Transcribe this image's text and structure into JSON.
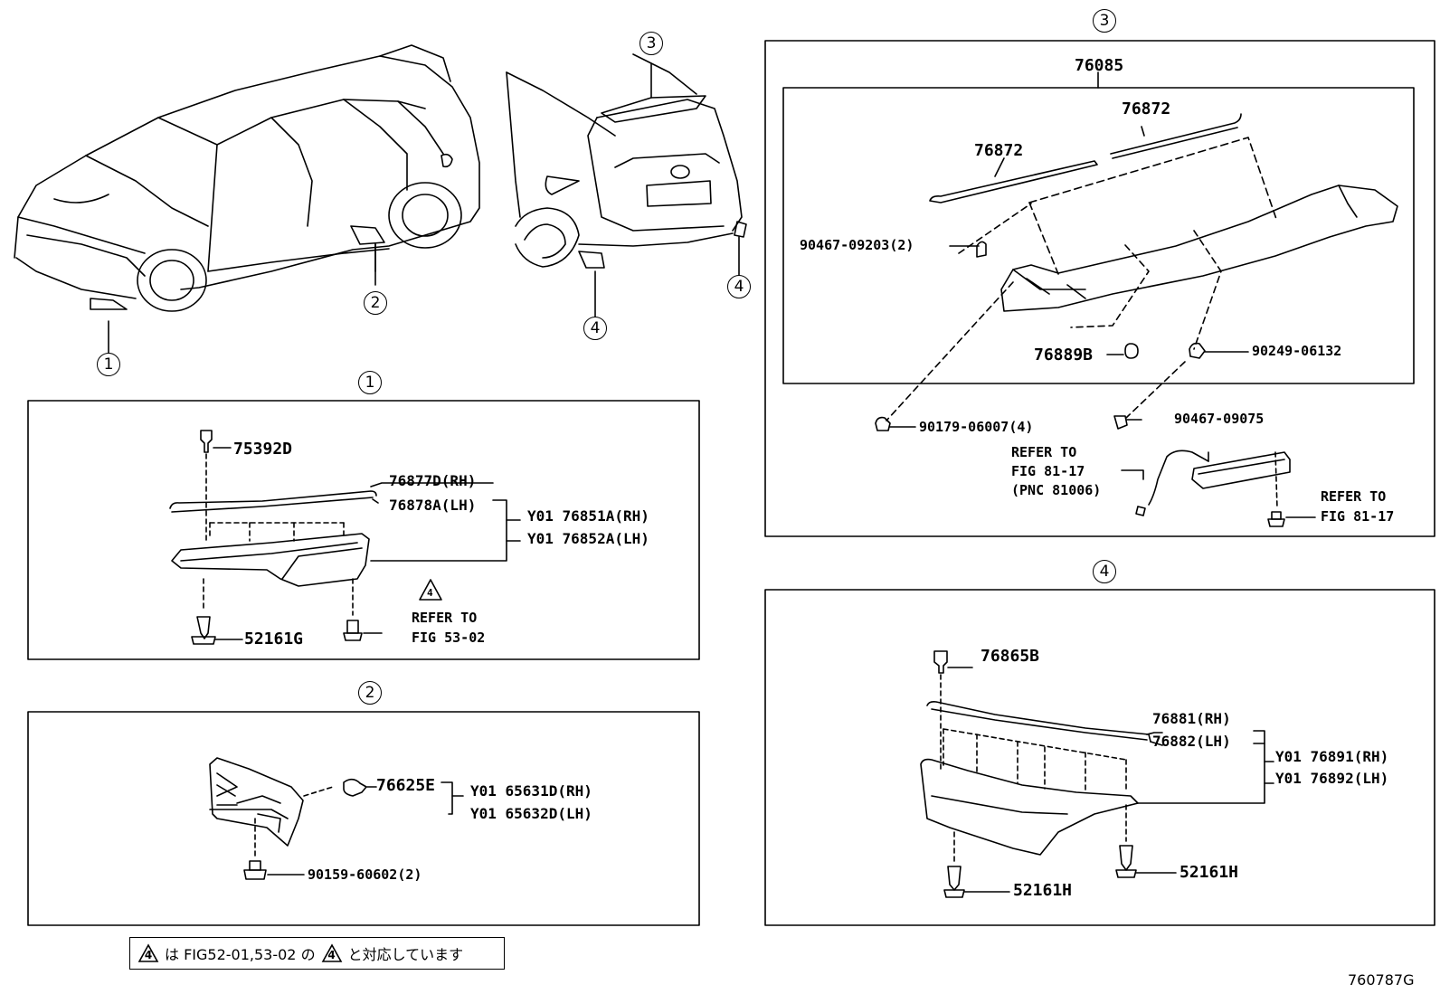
{
  "callouts": {
    "c1": "1",
    "c2": "2",
    "c3": "3",
    "c4": "4"
  },
  "panel1": {
    "title": "1",
    "clip": "75392D",
    "mold_rh": "76877D(RH)",
    "mold_lh": "76878A(LH)",
    "spoiler_rh": "Y01 76851A(RH)",
    "spoiler_lh": "Y01 76852A(LH)",
    "rivet": "52161G",
    "ref_mark": "4",
    "ref_line1": "REFER TO",
    "ref_line2": "FIG 53-02"
  },
  "panel2": {
    "title": "2",
    "clip": "76625E",
    "part_rh": "Y01 65631D(RH)",
    "part_lh": "Y01 65632D(LH)",
    "bolt": "90159-60602(2)"
  },
  "panel3": {
    "title": "3",
    "assembly": "76085",
    "mold_a": "76872",
    "mold_b": "76872",
    "nut_a": "90467-09203(2)",
    "cap": "76889B",
    "clip_b": "90249-06132",
    "clip_c": "90179-06007(4)",
    "clip_d": "90467-09075",
    "ref1_l1": "REFER TO",
    "ref1_l2": "FIG 81-17",
    "ref1_l3": "(PNC 81006)",
    "ref2_l1": "REFER TO",
    "ref2_l2": "FIG 81-17"
  },
  "panel4": {
    "title": "4",
    "clip": "76865B",
    "mold_rh": "76881(RH)",
    "mold_lh": "76882(LH)",
    "spoiler_rh": "Y01 76891(RH)",
    "spoiler_lh": "Y01 76892(LH)",
    "rivet_a": "52161H",
    "rivet_b": "52161H"
  },
  "note": {
    "mark": "4",
    "text_a": "は FIG52-01,53-02 の",
    "text_b": "と対応しています"
  },
  "figure_id": "760787G"
}
